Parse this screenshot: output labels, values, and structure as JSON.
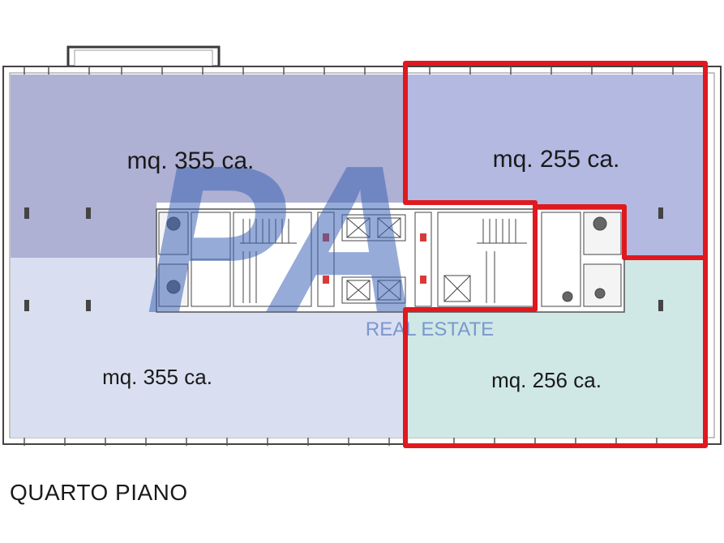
{
  "plan": {
    "caption": "QUARTO PIANO",
    "watermark": {
      "monogram": "PA",
      "text": "REAL ESTATE",
      "color": "#3d63b5"
    },
    "zones": [
      {
        "id": "nw",
        "label": "mq. 355 ca.",
        "fill": "#aeb0d4",
        "highlighted": false
      },
      {
        "id": "ne",
        "label": "mq. 255 ca.",
        "fill": "#b3b9e1",
        "highlighted": true
      },
      {
        "id": "sw",
        "label": "mq. 355 ca.",
        "fill": "#d9dff0",
        "highlighted": false
      },
      {
        "id": "se",
        "label": "mq. 256 ca.",
        "fill": "#cfe8e6",
        "highlighted": true
      }
    ],
    "colors": {
      "highlight_outline": "#e0191f",
      "wall": "#3a3a3a",
      "core": "#ffffff"
    }
  }
}
